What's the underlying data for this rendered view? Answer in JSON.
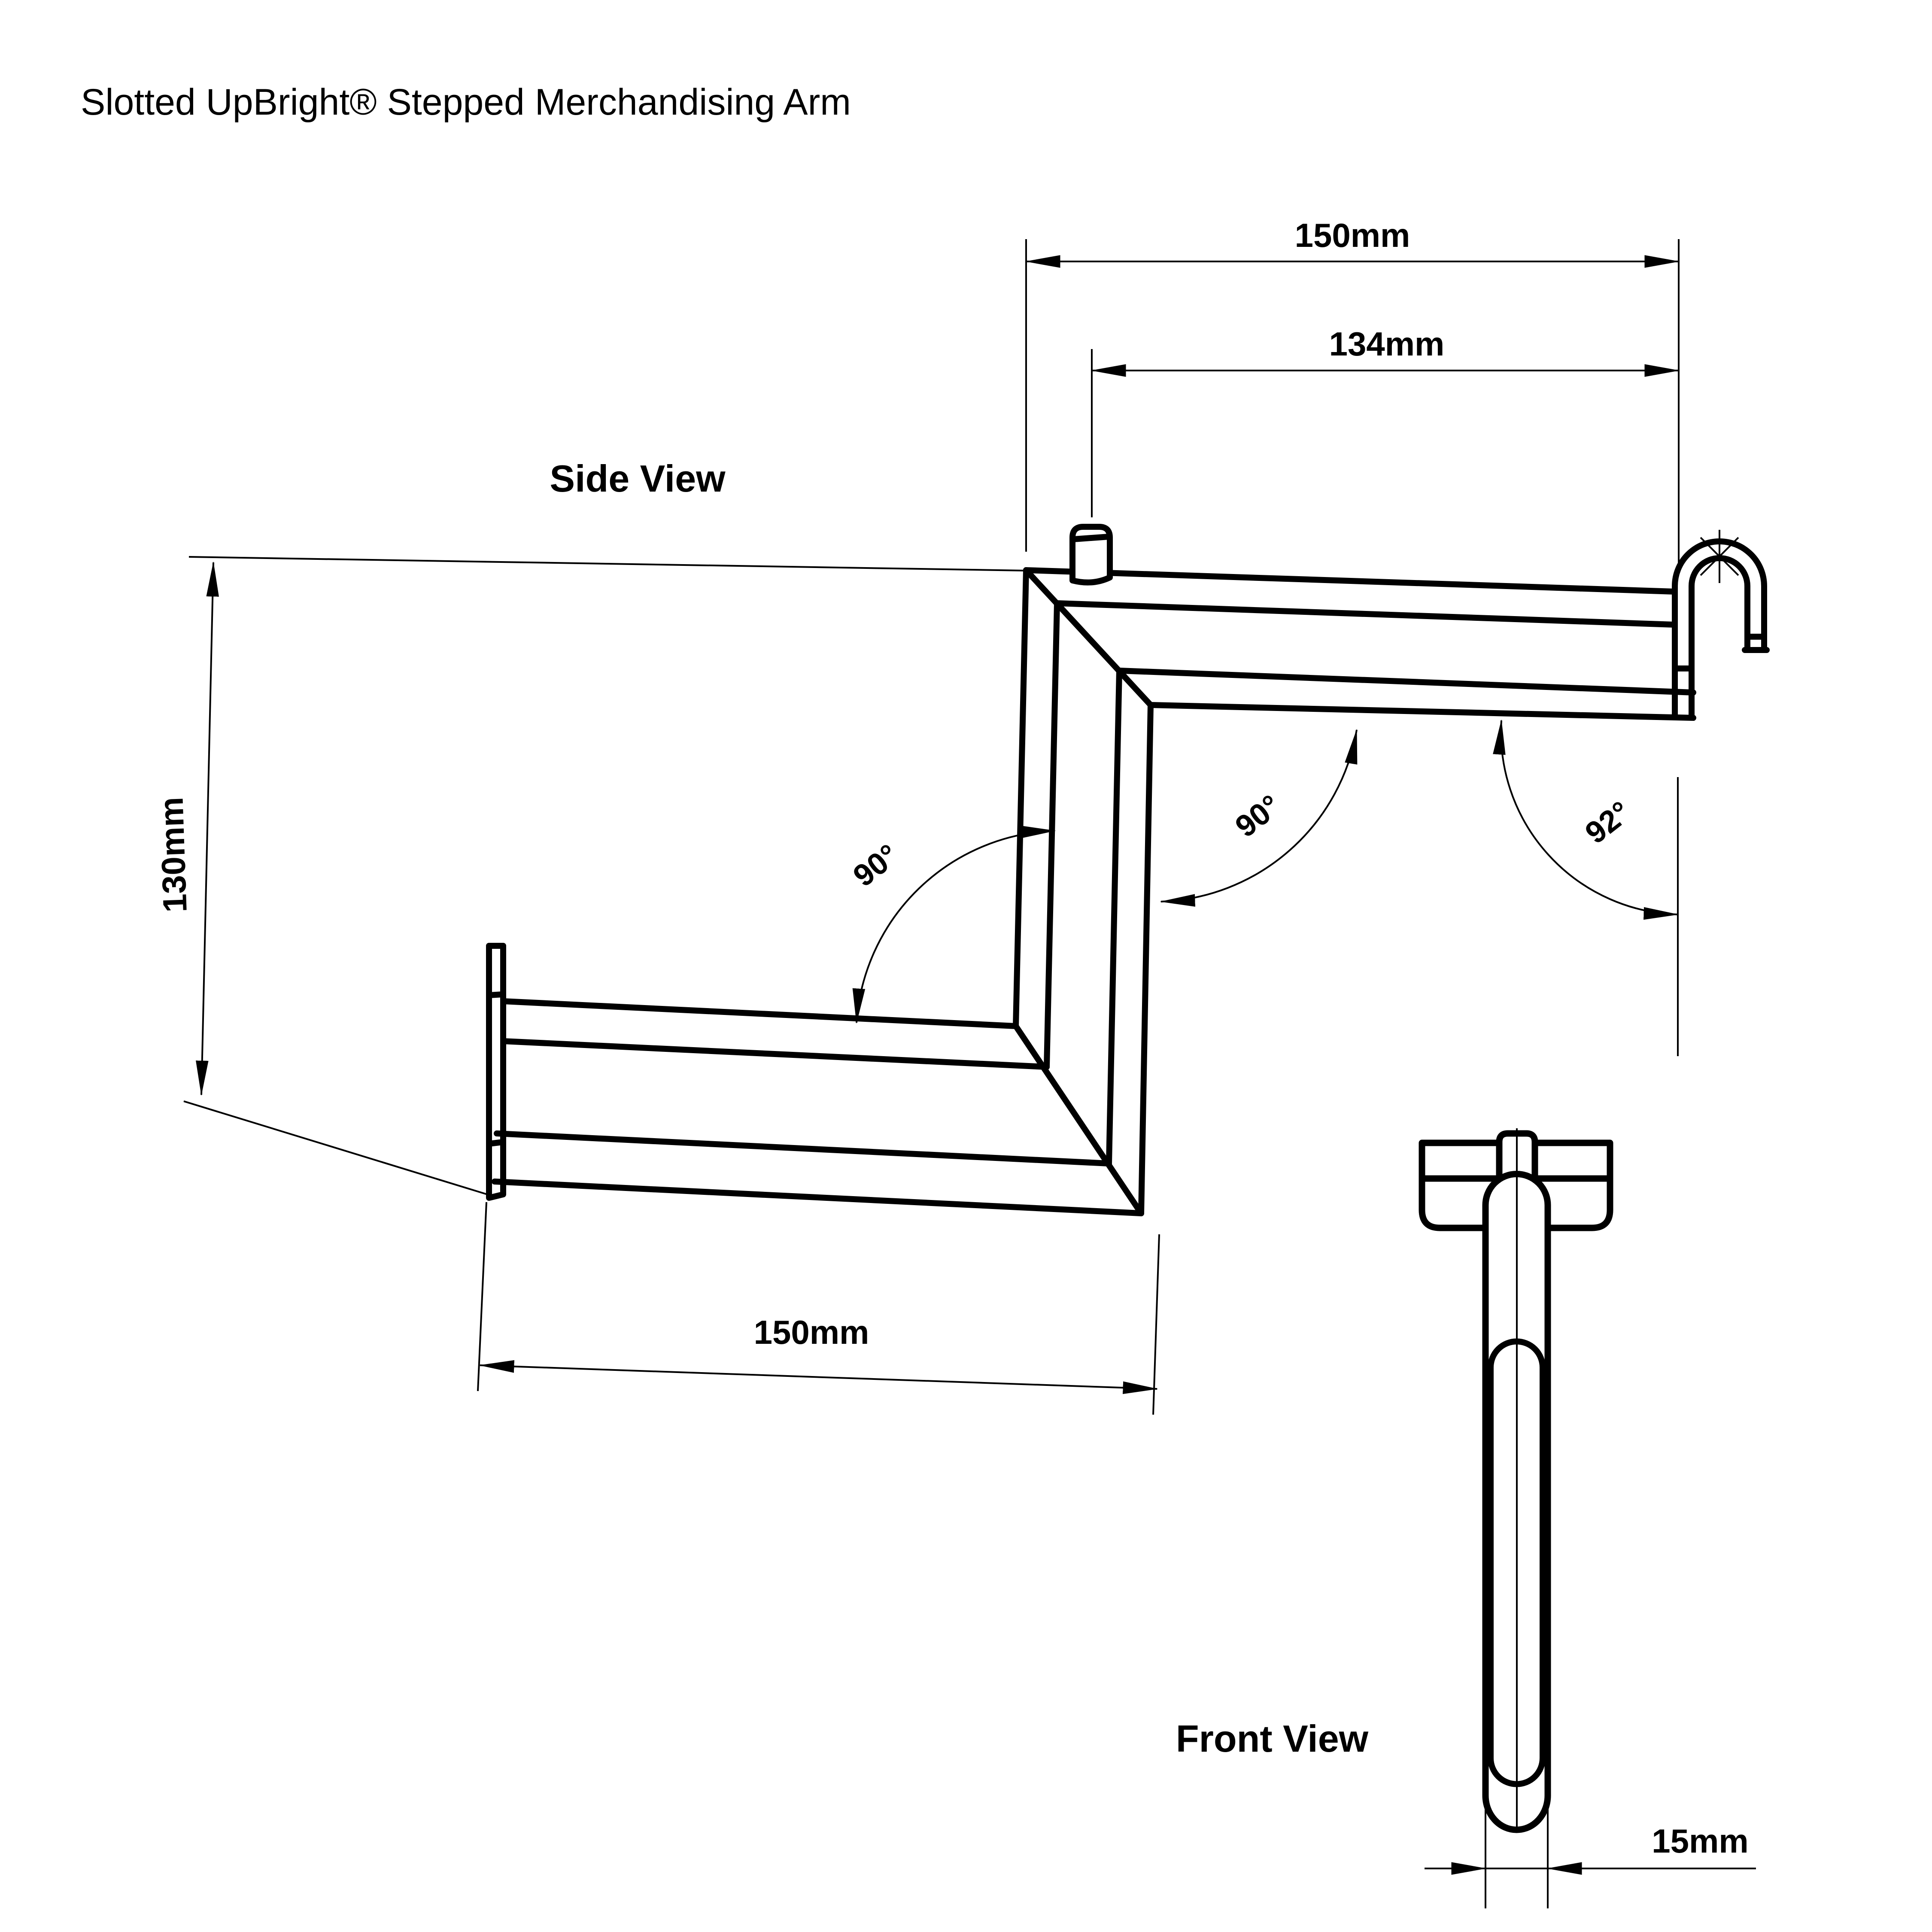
{
  "title": "Slotted UpBright® Stepped Merchandising Arm",
  "colors": {
    "line": "#000000",
    "background": "#ffffff"
  },
  "side_view": {
    "label": "Side View",
    "dimensions": {
      "upper_arm_overall": "150mm",
      "pin_to_hook": "134mm",
      "step_height": "130mm",
      "lower_arm_length": "150mm"
    },
    "angles": {
      "lower_bend": "90°",
      "upper_bend": "90°",
      "hook_end": "92°"
    }
  },
  "front_view": {
    "label": "Front View",
    "dimensions": {
      "arm_width": "15mm"
    }
  }
}
